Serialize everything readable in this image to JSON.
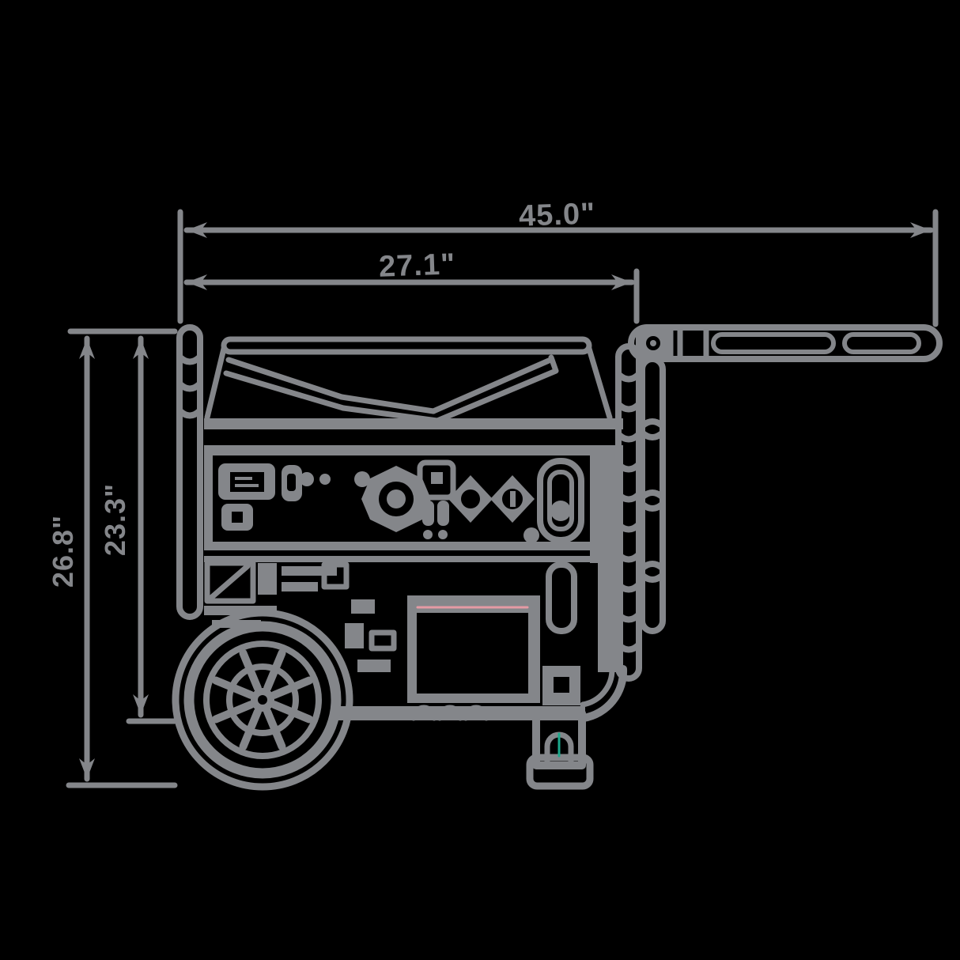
{
  "diagram": {
    "background_color": "#000000",
    "line_color": "#84868a",
    "accent_pink_line": "#e59aa4",
    "accent_teal_line": "#1ba98b",
    "dimensions": {
      "overall_length": "45.0\"",
      "frame_length": "27.1\"",
      "overall_height": "26.8\"",
      "frame_height": "23.3\""
    }
  }
}
